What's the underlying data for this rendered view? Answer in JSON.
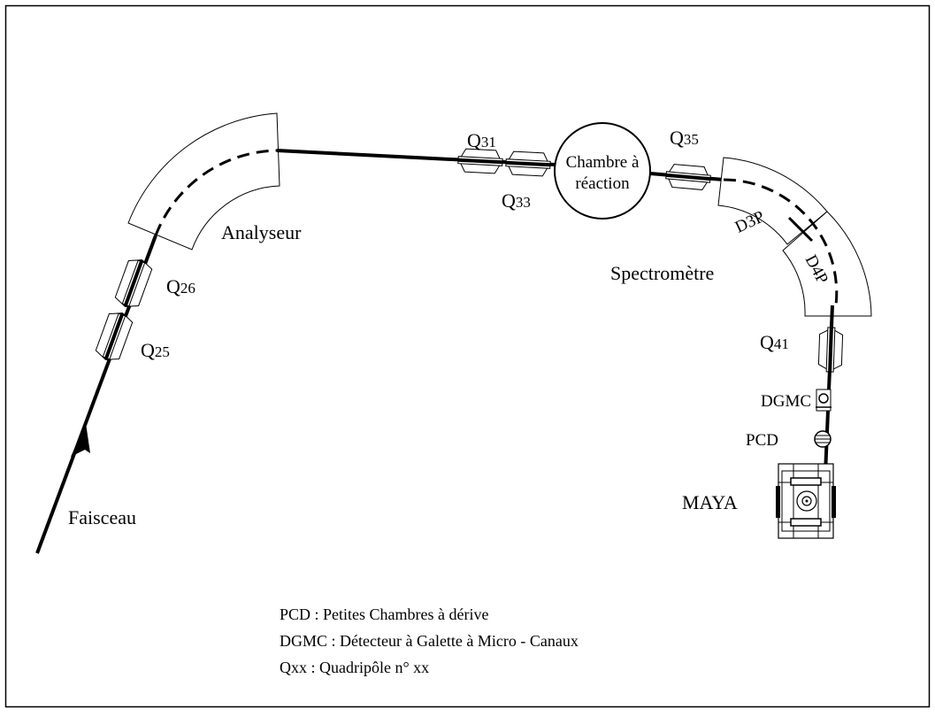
{
  "labels": {
    "faisceau": "Faisceau",
    "analyseur": "Analyseur",
    "spectrometre": "Spectromètre",
    "chambre_line1": "Chambre à",
    "chambre_line2": "réaction",
    "maya": "MAYA",
    "dgmc": "DGMC",
    "pcd": "PCD",
    "d3p": "D3P",
    "d4p": "D4P"
  },
  "quadrupoles": [
    {
      "prefix": "Q",
      "number": "25"
    },
    {
      "prefix": "Q",
      "number": "26"
    },
    {
      "prefix": "Q",
      "number": "31"
    },
    {
      "prefix": "Q",
      "number": "33"
    },
    {
      "prefix": "Q",
      "number": "35"
    },
    {
      "prefix": "Q",
      "number": "41"
    }
  ],
  "legend": [
    "PCD : Petites Chambres à dérive",
    "DGMC : Détecteur à Galette à Micro - Canaux",
    "Qxx : Quadripôle n° xx"
  ]
}
